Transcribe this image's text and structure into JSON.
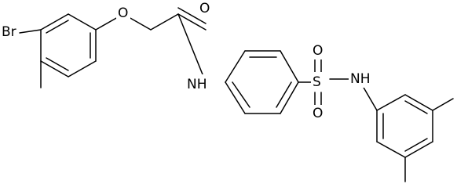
{
  "molecule": {
    "atom_labels": {
      "br": "Br",
      "o_ether": "O",
      "o_carbonyl": "O",
      "nh_amide": "NH",
      "s": "S",
      "o_sulfonyl_top": "O",
      "o_sulfonyl_bottom": "O",
      "nh_sulfonamide": "NH"
    },
    "colors": {
      "bond": "#000000",
      "label": "#000000",
      "background": "#ffffff"
    }
  }
}
